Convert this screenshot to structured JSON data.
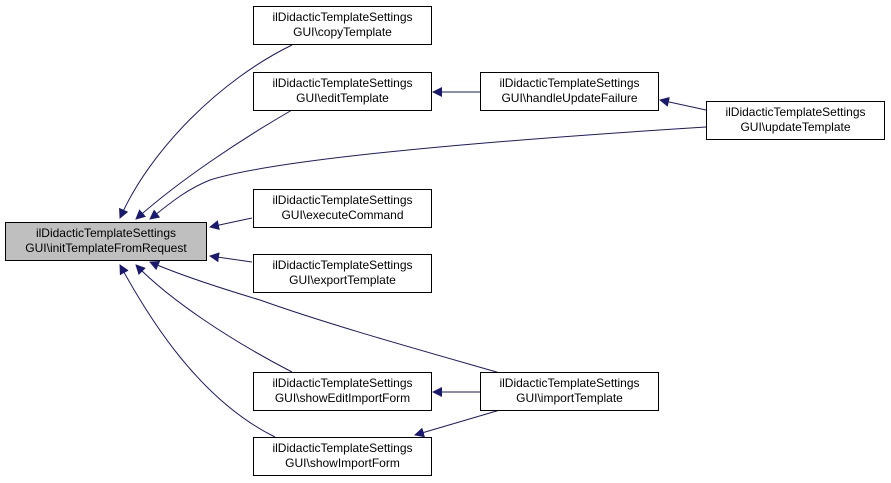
{
  "colors": {
    "edge": "#191970",
    "focus_fill": "#bfbfbf",
    "node_border": "#000000"
  },
  "nodes": {
    "initTemplateFromRequest": {
      "line1": "ilDidacticTemplateSettings",
      "line2": "GUI\\initTemplateFromRequest"
    },
    "copyTemplate": {
      "line1": "ilDidacticTemplateSettings",
      "line2": "GUI\\copyTemplate"
    },
    "editTemplate": {
      "line1": "ilDidacticTemplateSettings",
      "line2": "GUI\\editTemplate"
    },
    "handleUpdateFailure": {
      "line1": "ilDidacticTemplateSettings",
      "line2": "GUI\\handleUpdateFailure"
    },
    "updateTemplate": {
      "line1": "ilDidacticTemplateSettings",
      "line2": "GUI\\updateTemplate"
    },
    "executeCommand": {
      "line1": "ilDidacticTemplateSettings",
      "line2": "GUI\\executeCommand"
    },
    "exportTemplate": {
      "line1": "ilDidacticTemplateSettings",
      "line2": "GUI\\exportTemplate"
    },
    "showEditImportForm": {
      "line1": "ilDidacticTemplateSettings",
      "line2": "GUI\\showEditImportForm"
    },
    "importTemplate": {
      "line1": "ilDidacticTemplateSettings",
      "line2": "GUI\\importTemplate"
    },
    "showImportForm": {
      "line1": "ilDidacticTemplateSettings",
      "line2": "GUI\\showImportForm"
    }
  },
  "edges": [
    {
      "from": "copyTemplate",
      "to": "initTemplateFromRequest"
    },
    {
      "from": "editTemplate",
      "to": "initTemplateFromRequest"
    },
    {
      "from": "updateTemplate",
      "to": "initTemplateFromRequest"
    },
    {
      "from": "executeCommand",
      "to": "initTemplateFromRequest"
    },
    {
      "from": "exportTemplate",
      "to": "initTemplateFromRequest"
    },
    {
      "from": "importTemplate",
      "to": "initTemplateFromRequest"
    },
    {
      "from": "showEditImportForm",
      "to": "initTemplateFromRequest"
    },
    {
      "from": "showImportForm",
      "to": "initTemplateFromRequest"
    },
    {
      "from": "handleUpdateFailure",
      "to": "editTemplate"
    },
    {
      "from": "updateTemplate",
      "to": "handleUpdateFailure"
    },
    {
      "from": "importTemplate",
      "to": "showEditImportForm"
    },
    {
      "from": "importTemplate",
      "to": "showImportForm"
    }
  ]
}
